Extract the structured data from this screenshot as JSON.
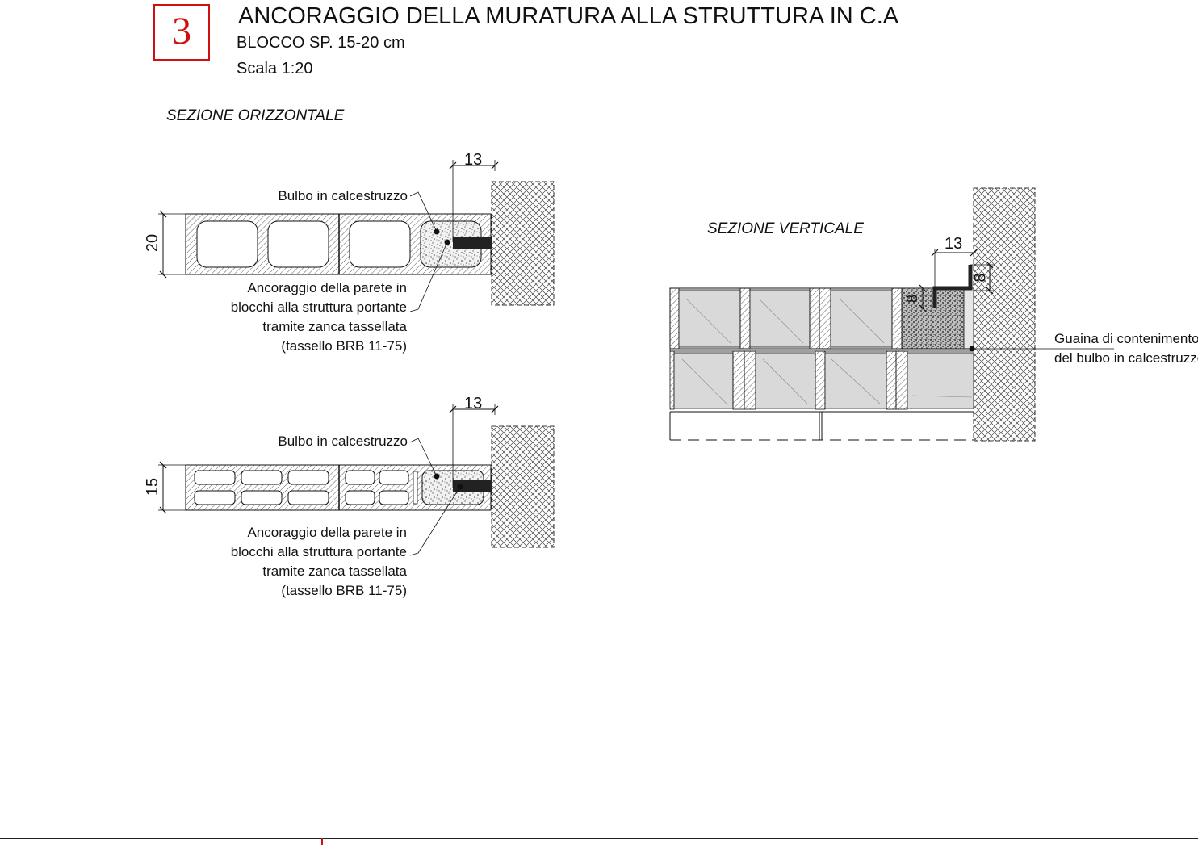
{
  "header": {
    "number": "3",
    "title": "ANCORAGGIO DELLA MURATURA ALLA STRUTTURA IN C.A",
    "subtitle": "BLOCCO SP. 15-20 cm",
    "scale": "Scala 1:20"
  },
  "horizontal_section": {
    "label": "SEZIONE ORIZZONTALE",
    "details": [
      {
        "thickness": "20",
        "dimension": "13",
        "callout_bulb": "Bulbo in calcestruzzo",
        "callout_anchor": [
          "Ancoraggio della parete in",
          "blocchi alla struttura portante",
          "tramite zanca tassellata",
          "(tassello BRB 11-75)"
        ]
      },
      {
        "thickness": "15",
        "dimension": "13",
        "callout_bulb": "Bulbo in calcestruzzo",
        "callout_anchor": [
          "Ancoraggio della parete in",
          "blocchi alla struttura portante",
          "tramite zanca tassellata",
          "(tassello BRB 11-75)"
        ]
      }
    ]
  },
  "vertical_section": {
    "label": "SEZIONE VERTICALE",
    "dimension": "13",
    "dim_small_a": "8",
    "dim_small_b": "8",
    "callout_sheath": [
      "Guaina di contenimento",
      "del bulbo in calcestruzzo"
    ]
  },
  "colors": {
    "accent": "#d01010",
    "block_fill": "#d9d9d9",
    "line": "#111111"
  }
}
